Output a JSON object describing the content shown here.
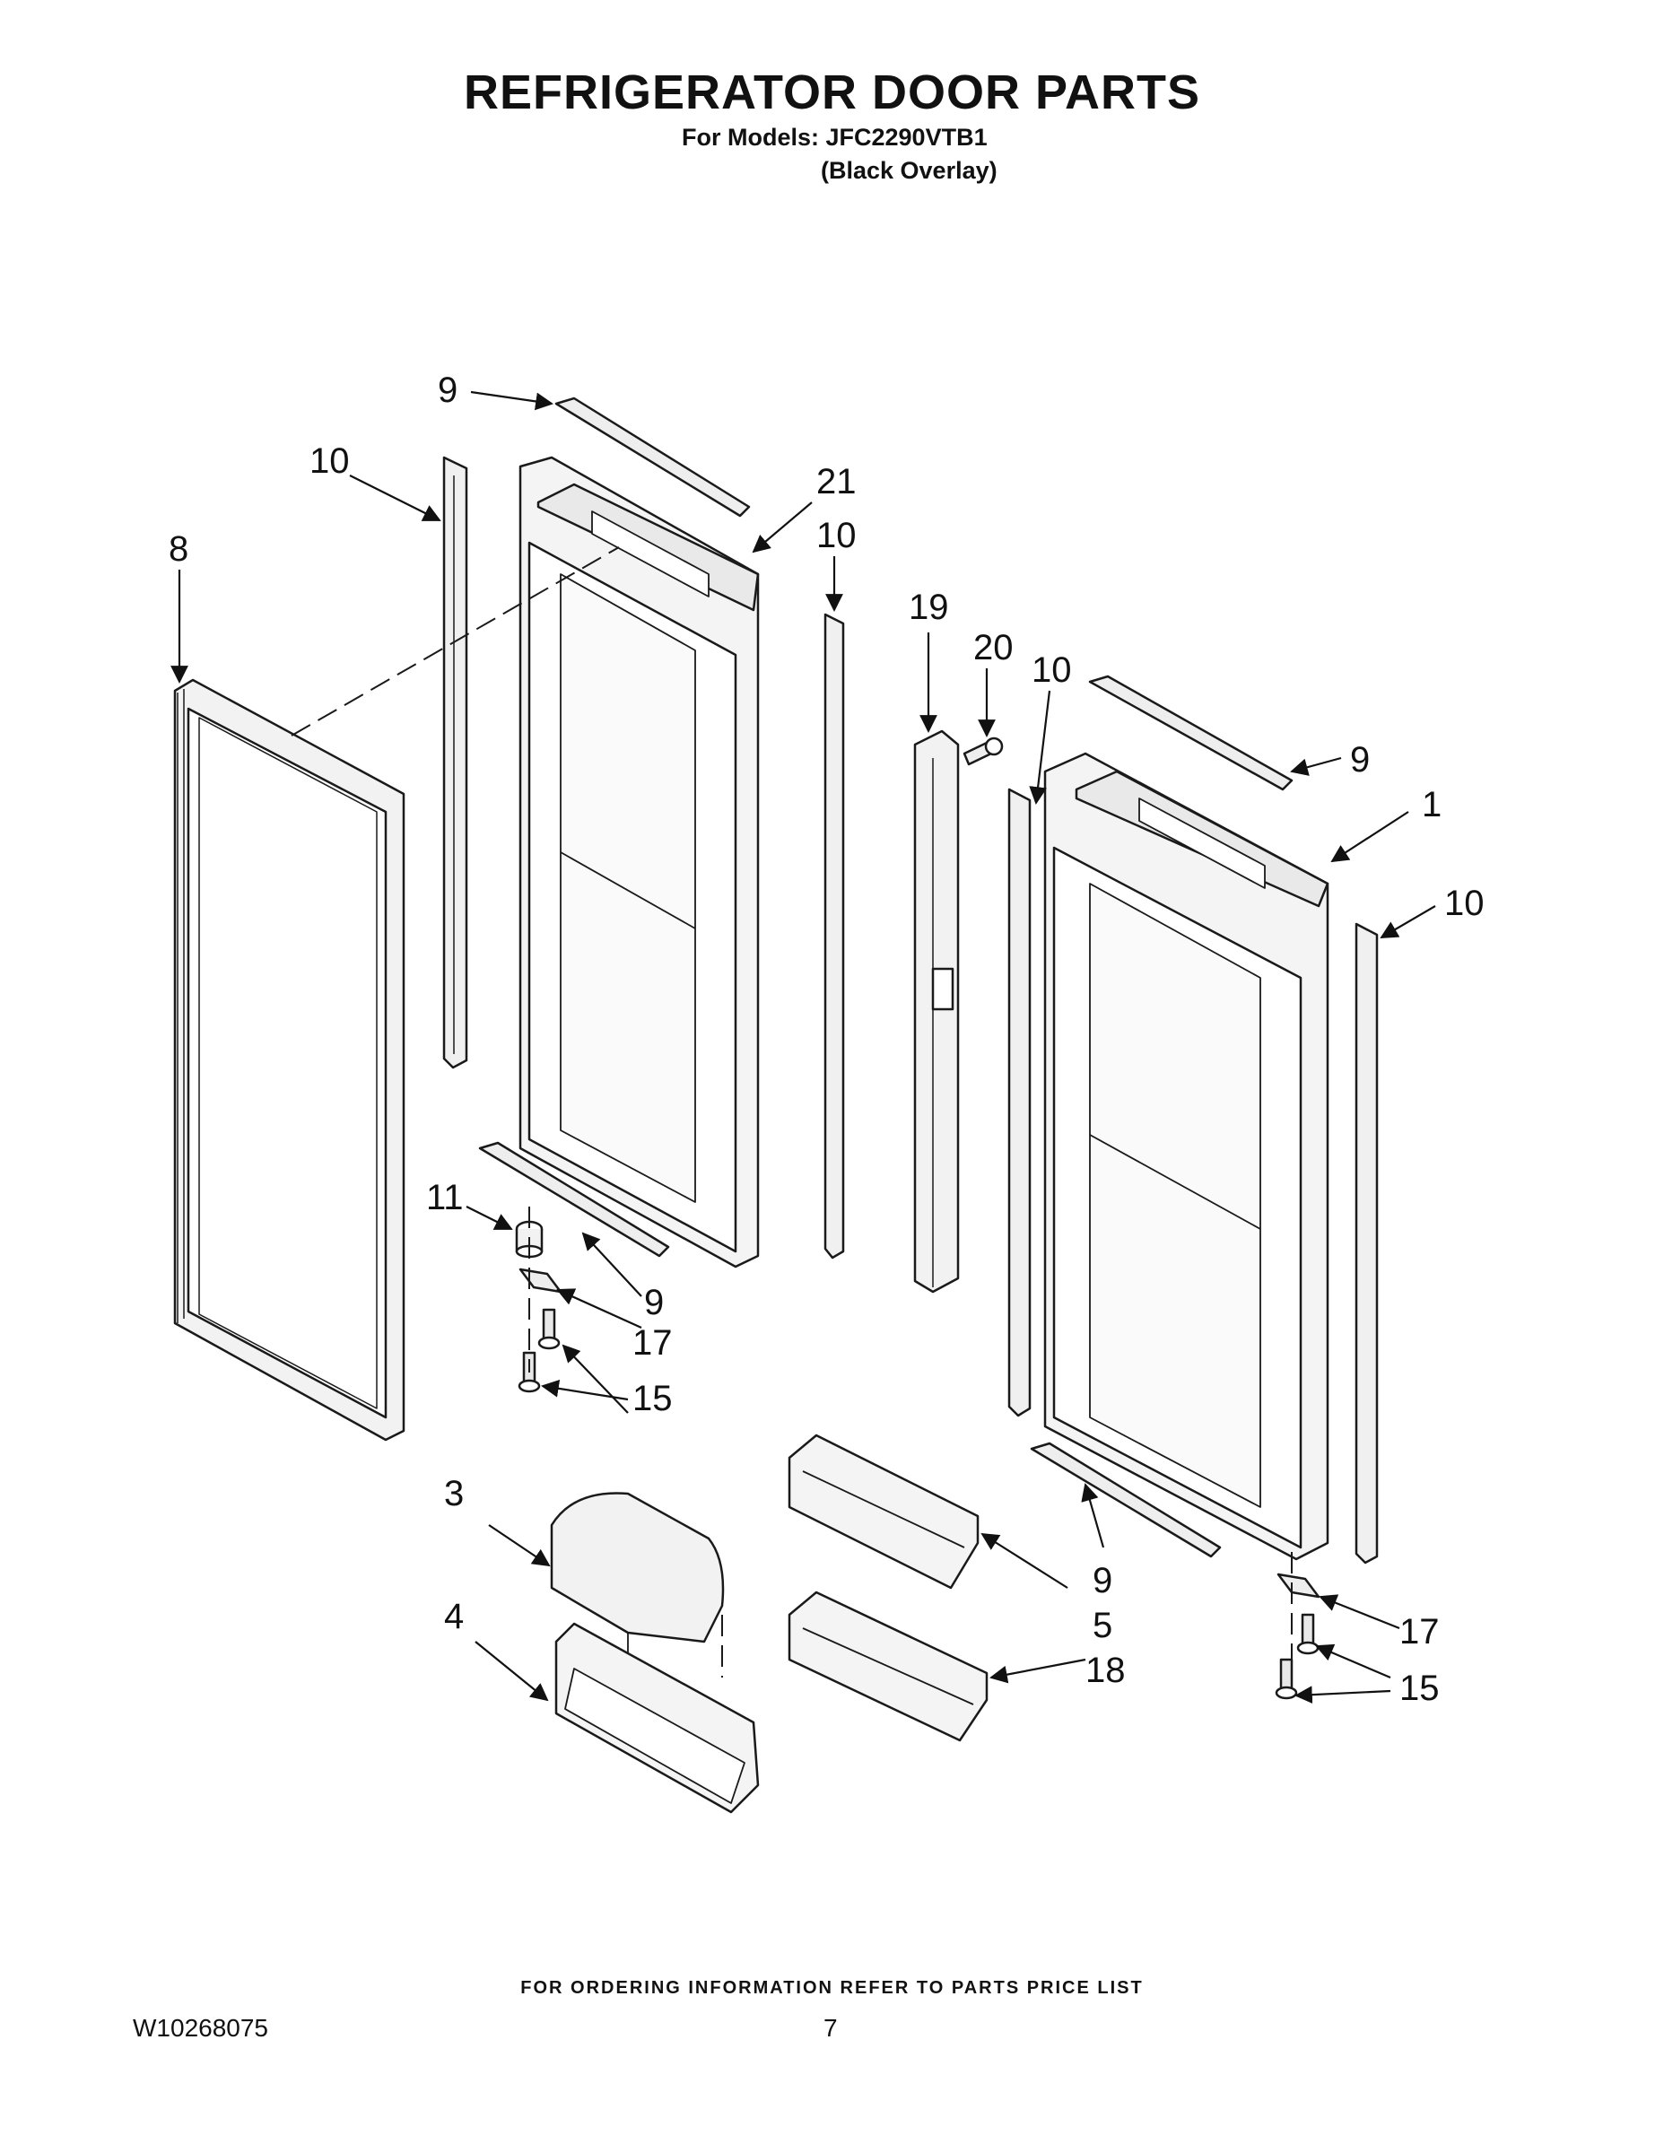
{
  "page": {
    "title": "REFRIGERATOR DOOR PARTS",
    "subtitle": "For Models: JFC2290VTB1",
    "variant": "(Black Overlay)",
    "footer_note": "FOR ORDERING INFORMATION REFER TO PARTS PRICE LIST",
    "doc_number": "W10268075",
    "page_number": "7"
  },
  "callouts": [
    {
      "id": "c9a",
      "label": "9"
    },
    {
      "id": "c10a",
      "label": "10"
    },
    {
      "id": "c8",
      "label": "8"
    },
    {
      "id": "c21",
      "label": "21"
    },
    {
      "id": "c10b",
      "label": "10"
    },
    {
      "id": "c19",
      "label": "19"
    },
    {
      "id": "c20",
      "label": "20"
    },
    {
      "id": "c10c",
      "label": "10"
    },
    {
      "id": "c9b",
      "label": "9"
    },
    {
      "id": "c1",
      "label": "1"
    },
    {
      "id": "c10d",
      "label": "10"
    },
    {
      "id": "c11",
      "label": "11"
    },
    {
      "id": "c9c",
      "label": "9"
    },
    {
      "id": "c17a",
      "label": "17"
    },
    {
      "id": "c15a",
      "label": "15"
    },
    {
      "id": "c3",
      "label": "3"
    },
    {
      "id": "c4",
      "label": "4"
    },
    {
      "id": "c5",
      "label": "5"
    },
    {
      "id": "c9d",
      "label": "9"
    },
    {
      "id": "c18",
      "label": "18"
    },
    {
      "id": "c17b",
      "label": "17"
    },
    {
      "id": "c15b",
      "label": "15"
    }
  ],
  "colors": {
    "line": "#1a1a1a",
    "fill": "#ffffff",
    "shade": "#e6e6e6"
  }
}
